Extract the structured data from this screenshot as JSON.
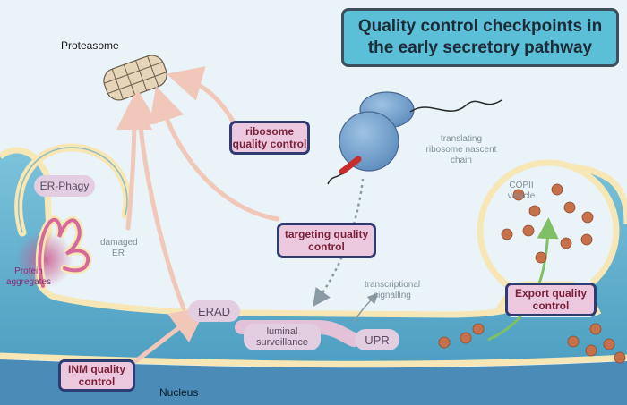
{
  "title": {
    "line1": "Quality control checkpoints in",
    "line2": "the early secretory pathway"
  },
  "labels": {
    "proteasome": "Proteasome",
    "er_phagy": "ER-Phagy",
    "damaged_er_line1": "damaged",
    "damaged_er_line2": "ER",
    "protein_aggregates_line1": "Protein",
    "protein_aggregates_line2": "aggregates",
    "translating_line1": "translating",
    "translating_line2": "ribosome nascent",
    "translating_line3": "chain",
    "copii_line1": "COPII",
    "copii_line2": "vesicle",
    "transcriptional_line1": "transcriptional",
    "transcriptional_line2": "signalling",
    "nucleus": "Nucleus",
    "erad": "ERAD",
    "upr": "UPR",
    "luminal_line1": "luminal",
    "luminal_line2": "surveillance"
  },
  "qc_boxes": {
    "ribosome_line1": "ribosome",
    "ribosome_line2": "quality control",
    "targeting_line1": "targeting quality",
    "targeting_line2": "control",
    "export_line1": "Export quality",
    "export_line2": "control",
    "inm_line1": "INM quality",
    "inm_line2": "control"
  },
  "colors": {
    "membrane": "#f7e7b6",
    "lumen": "#58a9c8",
    "nucleus": "#4a8cb7",
    "qc_box_fill": "#ecc8df",
    "qc_box_border": "#2f3b73",
    "title_fill": "#5bbfd8"
  }
}
